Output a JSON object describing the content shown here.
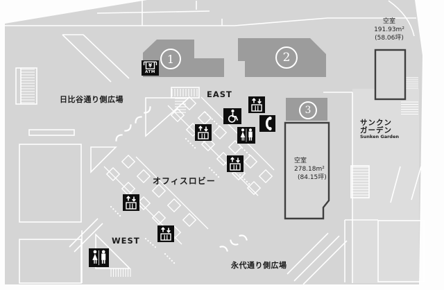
{
  "plan": {
    "plazas": {
      "hibiya": "日比谷通り側広場",
      "eitai": "永代通り側広場"
    },
    "wings": {
      "east": "EAST",
      "west": "WEST"
    },
    "lobby": "オフィスロビー",
    "sunken_garden": {
      "ja_line1": "サンクン",
      "ja_line2": "ガーデン",
      "en": "Sunken Garden"
    },
    "tenant_areas": [
      {
        "number": "1"
      },
      {
        "number": "2"
      },
      {
        "number": "3"
      }
    ],
    "vacancies": [
      {
        "label": "空室",
        "size_m2": "191.93m²",
        "size_tsubo": "(58.06坪)"
      },
      {
        "label": "空室",
        "size_m2": "278.18m²",
        "size_tsubo": "(84.15坪)"
      }
    ],
    "icons": [
      {
        "name": "atm-icon",
        "caption": "ATM",
        "count": 1
      },
      {
        "name": "elevator-icon",
        "count": 5
      },
      {
        "name": "wheelchair-icon",
        "count": 1
      },
      {
        "name": "phone-icon",
        "count": 1
      },
      {
        "name": "restroom-icon",
        "count": 2
      }
    ],
    "colors": {
      "plaza": "#d5d5d5",
      "tenant_fill": "#9c9c9c",
      "vacancy_border": "#3e3e3e",
      "icon_bg": "#0e0e0e",
      "linework": "#ffffff"
    }
  }
}
